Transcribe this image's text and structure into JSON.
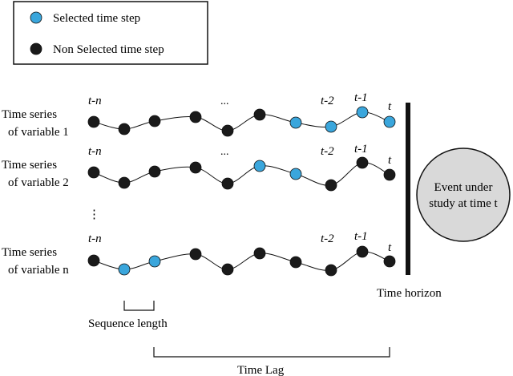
{
  "legend": {
    "selected_label": "Selected time step",
    "non_selected_label": "Non Selected time step"
  },
  "colors": {
    "selected": "#3aa6dc",
    "non_selected": "#1a1a1a",
    "event_fill": "#d9d9d9"
  },
  "rows": [
    {
      "label_line1": "Time series",
      "label_line2": "of variable 1",
      "time_labels": {
        "first": "t-n",
        "mid": "...",
        "t2": "t-2",
        "t1": "t-1",
        "t": "t"
      },
      "points": [
        {
          "selected": false
        },
        {
          "selected": false
        },
        {
          "selected": false
        },
        {
          "selected": false
        },
        {
          "selected": false
        },
        {
          "selected": false
        },
        {
          "selected": true
        },
        {
          "selected": true
        },
        {
          "selected": true
        },
        {
          "selected": true
        }
      ]
    },
    {
      "label_line1": "Time series",
      "label_line2": "of variable 2",
      "time_labels": {
        "first": "t-n",
        "mid": "...",
        "t2": "t-2",
        "t1": "t-1",
        "t": "t"
      },
      "points": [
        {
          "selected": false
        },
        {
          "selected": false
        },
        {
          "selected": false
        },
        {
          "selected": false
        },
        {
          "selected": false
        },
        {
          "selected": true
        },
        {
          "selected": true
        },
        {
          "selected": false
        },
        {
          "selected": false
        },
        {
          "selected": false
        }
      ]
    },
    {
      "label_line1": "Time series",
      "label_line2": "of variable n",
      "time_labels": {
        "first": "t-n",
        "mid": "",
        "t2": "t-2",
        "t1": "t-1",
        "t": "t"
      },
      "points": [
        {
          "selected": false
        },
        {
          "selected": true
        },
        {
          "selected": true
        },
        {
          "selected": false
        },
        {
          "selected": false
        },
        {
          "selected": false
        },
        {
          "selected": false
        },
        {
          "selected": false
        },
        {
          "selected": false
        },
        {
          "selected": false
        }
      ]
    }
  ],
  "vertical_ellipsis": "⋮",
  "event_line1": "Event under",
  "event_line2": "study at time t",
  "time_horizon_label": "Time horizon",
  "sequence_length_label": "Sequence length",
  "time_lag_label": "Time Lag"
}
